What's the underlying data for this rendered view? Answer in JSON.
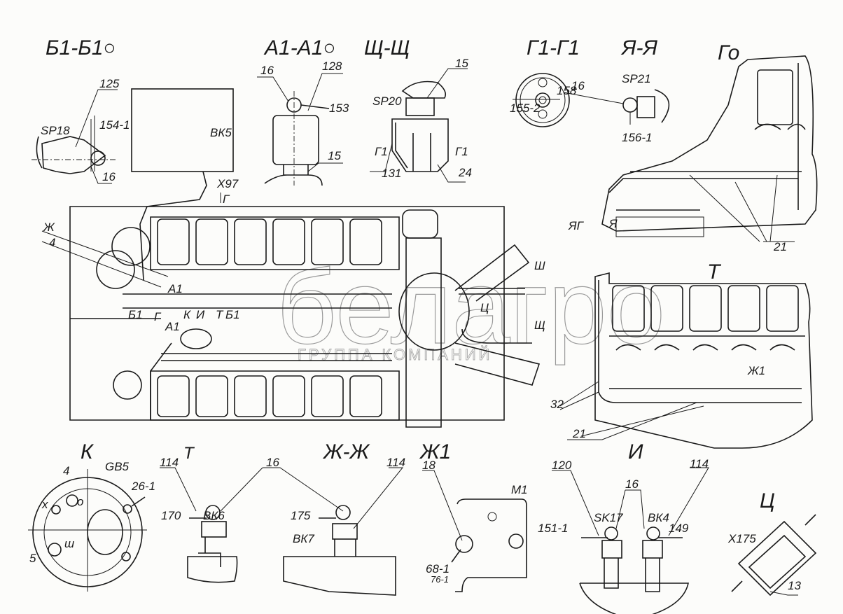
{
  "watermark": {
    "brand": "белагро",
    "tagline": "ГРУППА КОМПАНИЙ"
  },
  "views": {
    "b1b1": {
      "title": "Б1-Б1○",
      "labels": [
        "125",
        "SP18",
        "154-1",
        "16"
      ]
    },
    "a1a1": {
      "title": "А1-А1○",
      "labels": [
        "16",
        "128",
        "153",
        "ВК5",
        "15"
      ]
    },
    "shsh": {
      "title": "Щ-Щ",
      "labels": [
        "15",
        "SP20",
        "Г1",
        "131",
        "Г1",
        "24"
      ]
    },
    "g1g1": {
      "title": "Г1-Г1",
      "labels": [
        "158",
        "155-2",
        "16"
      ]
    },
    "yaya": {
      "title": "Я-Я",
      "labels": [
        "SP21",
        "156-1"
      ]
    },
    "go": {
      "title": "Го",
      "labels": [
        "ЯГ",
        "Я",
        "21"
      ]
    },
    "main": {
      "labels": [
        "X97",
        "Г",
        "Ж",
        "4",
        "А1",
        "Б1",
        "Г",
        "А1",
        "К",
        "И",
        "Т",
        "Б1",
        "Ш",
        "Щ",
        "Ц"
      ]
    },
    "t": {
      "title": "Т",
      "labels": [
        "Ж1",
        "32",
        "21"
      ]
    },
    "k": {
      "title": "К",
      "labels": [
        "GB5",
        "4",
        "26-1",
        "х",
        "о",
        "ш",
        "5"
      ]
    },
    "tarrow": {
      "title": "Т",
      "labels": [
        "114",
        "16",
        "170",
        "ВК6"
      ]
    },
    "zhzh": {
      "title": "Ж-Ж",
      "labels": [
        "114",
        "175",
        "ВК7"
      ]
    },
    "zh1": {
      "title": "Ж1",
      "labels": [
        "18",
        "М1",
        "68-1",
        "76-1"
      ]
    },
    "i": {
      "title": "И",
      "labels": [
        "120",
        "16",
        "114",
        "SK17",
        "ВК4",
        "151-1",
        "149"
      ]
    },
    "ts": {
      "title": "Ц",
      "labels": [
        "X175",
        "13"
      ]
    }
  }
}
